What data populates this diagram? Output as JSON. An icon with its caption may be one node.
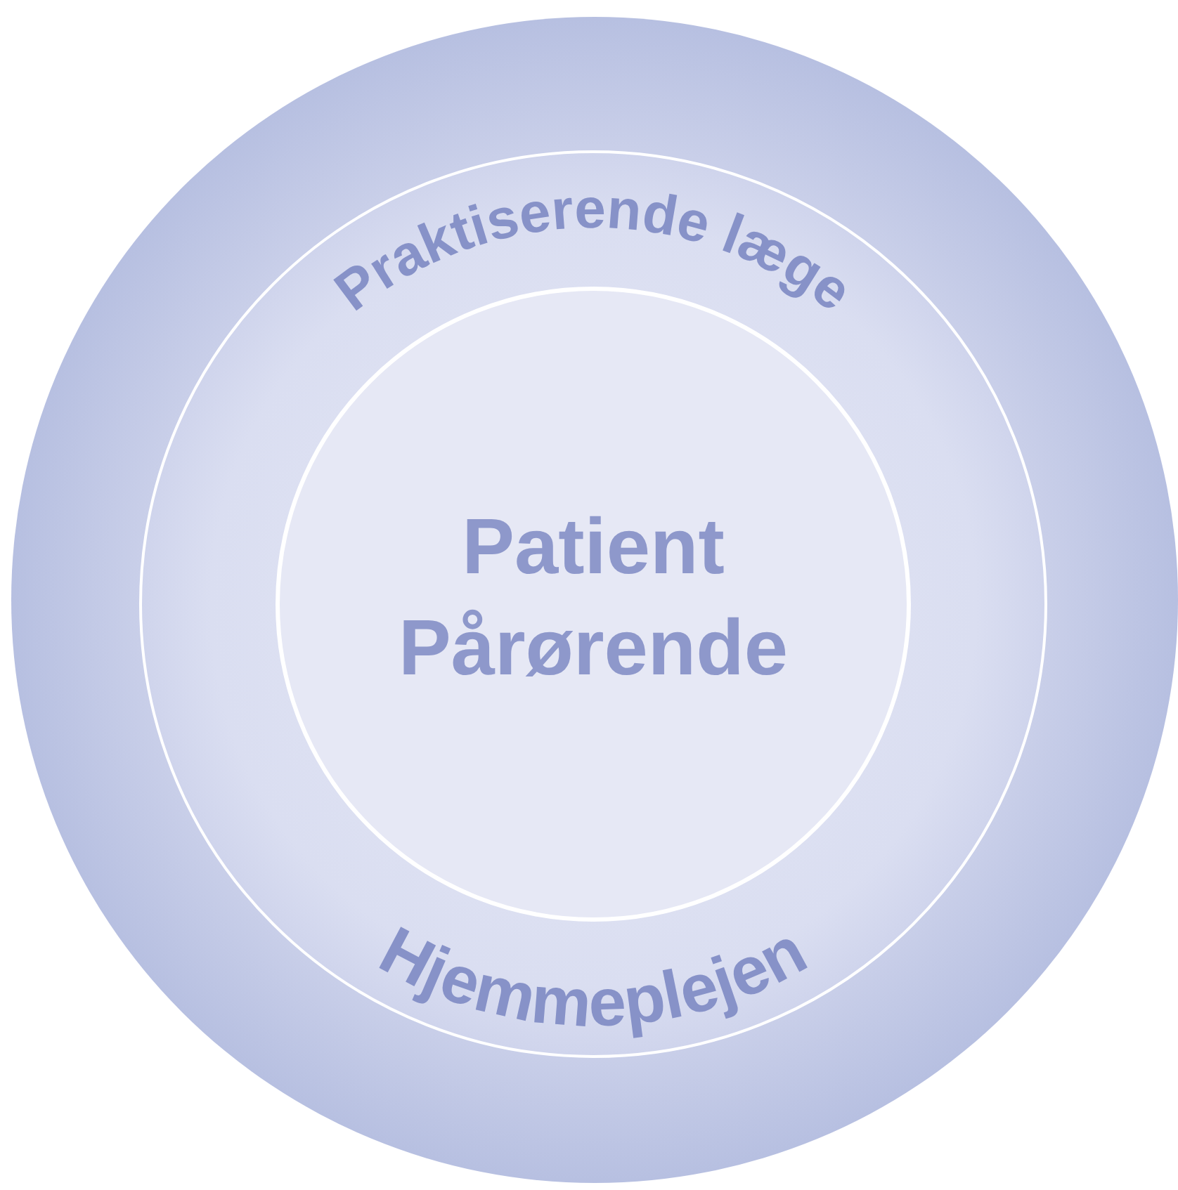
{
  "diagram": {
    "nodes": [
      {
        "text": [],
        "shape": "circle"
      },
      {
        "text": [
          "Praktiserende læge",
          "Hjemmeplejen"
        ],
        "in": 0
      },
      {
        "text": [
          "Patient",
          "Pårørende"
        ],
        "in": 1
      }
    ]
  }
}
